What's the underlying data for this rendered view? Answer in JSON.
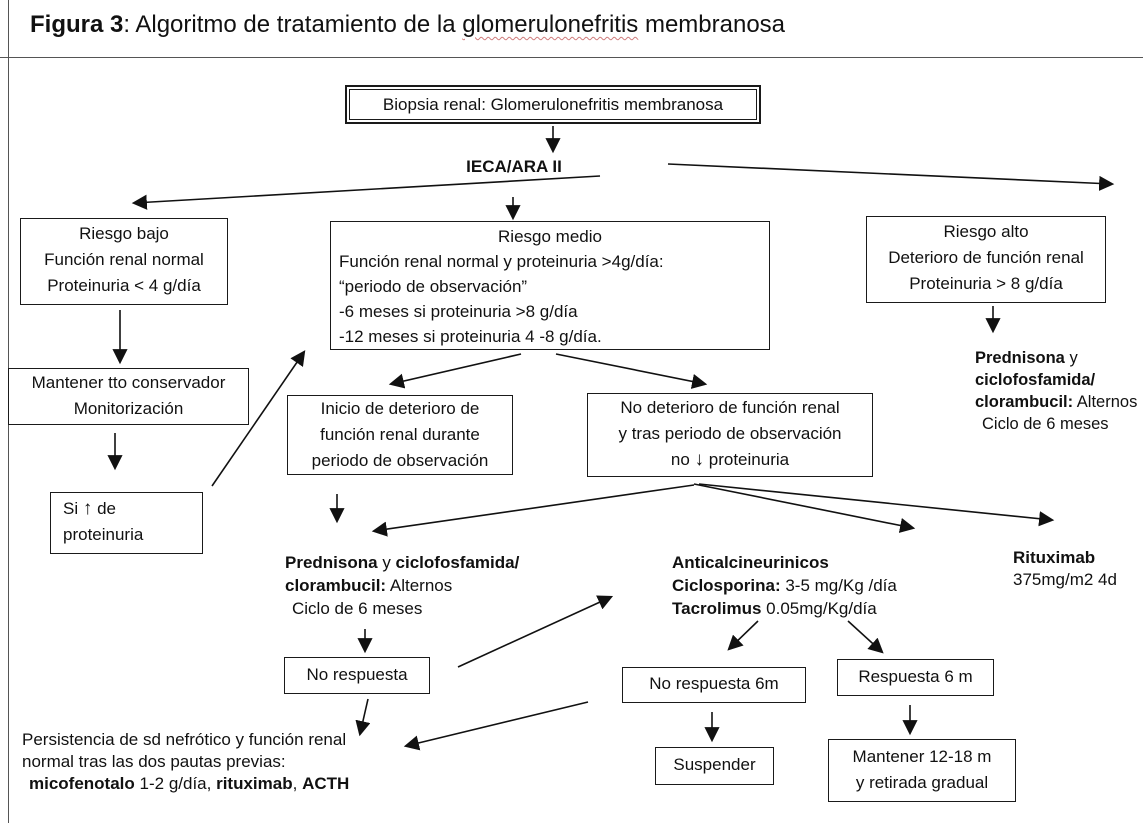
{
  "figure": {
    "title_bold": "Figura 3",
    "title_mid": ": Algoritmo de tratamiento de la ",
    "title_underlined": "glomerulonefritis",
    "title_end": " membranosa",
    "underline_color": "#cf7b7b",
    "line_color": "#111111"
  },
  "nodes": {
    "biopsia": {
      "label": "Biopsia renal: Glomerulonefritis membranosa"
    },
    "ieca": {
      "label": "IECA/ARA II"
    },
    "riesgo_bajo": {
      "line1": "Riesgo bajo",
      "line2": "Función renal normal",
      "line3": "Proteinuria < 4 g/día"
    },
    "riesgo_medio": {
      "line1": "Riesgo medio",
      "line2": "Función renal normal y proteinuria >4g/día:",
      "line3": "“periodo de observación”",
      "line4": "-6  meses si proteinuria >8 g/día",
      "line5": "-12 meses si proteinuria 4 -8 g/día."
    },
    "riesgo_alto": {
      "line1": "Riesgo alto",
      "line2": "Deterioro de función  renal",
      "line3": "Proteinuria > 8 g/día"
    },
    "mantener_tto": {
      "line1": "Mantener tto conservador",
      "line2": "Monitorización"
    },
    "si_aumento": {
      "pre": "Si ",
      "arrow": "↑",
      "post": " de",
      "line2": "proteinuria"
    },
    "inicio_deterioro": {
      "line1": "Inicio de deterioro de",
      "line2": "función  renal durante",
      "line3": "periodo de observación"
    },
    "no_deterioro": {
      "line1": "No deterioro de función  renal",
      "line2": "y tras periodo de observación",
      "pre": "no ",
      "arrow": "↓",
      "post": " proteinuria"
    },
    "prednisona_right": {
      "bold1": "Prednisona",
      "reg1": " y",
      "bold2": "ciclofosfamida/",
      "bold3": "clorambucil:",
      "reg3": " Alternos",
      "line4": "Ciclo de 6 meses"
    },
    "prednisona_left": {
      "bold1": "Prednisona",
      "reg1": " y ",
      "bold2": "ciclofosfamida/",
      "bold3": "clorambucil:",
      "reg3": " Alternos",
      "line3": "Ciclo de 6 meses"
    },
    "anticalcineurinicos": {
      "line1": "Anticalcineurinicos",
      "bold2": "Ciclosporina:",
      "reg2": " 3-5 mg/Kg /día",
      "bold3": "Tacrolimus",
      "reg3": " 0.05mg/Kg/día"
    },
    "rituximab": {
      "line1": "Rituximab",
      "line2": "375mg/m2 4d"
    },
    "no_respuesta": {
      "label": "No respuesta"
    },
    "no_respuesta_6m": {
      "label": "No respuesta 6m"
    },
    "respuesta_6m": {
      "label": "Respuesta 6 m"
    },
    "suspender": {
      "label": "Suspender"
    },
    "mantener_12_18": {
      "line1": "Mantener 12-18 m",
      "line2": "y retirada gradual"
    },
    "persistencia": {
      "line1": "Persistencia de sd nefrótico y función renal",
      "line2": "normal tras las dos pautas previas:",
      "bold3a": "micofenotalo",
      "reg3a": " 1-2 g/día, ",
      "bold3b": "rituximab",
      "reg3b": ", ",
      "bold3c": "ACTH"
    }
  }
}
